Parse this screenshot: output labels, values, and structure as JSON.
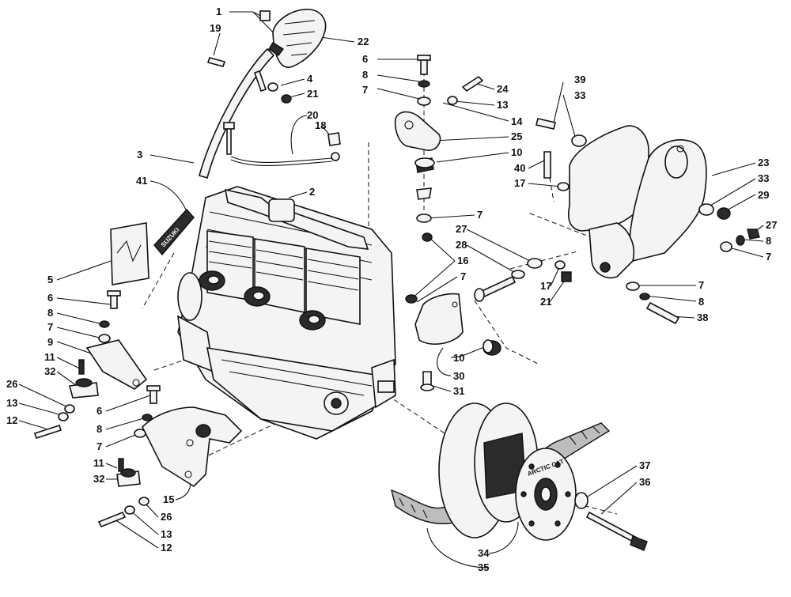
{
  "decal_text": "SUZUKI",
  "pulley_text": "ARCTIC CAT",
  "callouts": [
    {
      "id": "c1",
      "label": "1"
    },
    {
      "id": "c19",
      "label": "19"
    },
    {
      "id": "c22",
      "label": "22"
    },
    {
      "id": "c6a",
      "label": "6"
    },
    {
      "id": "c8a",
      "label": "8"
    },
    {
      "id": "c7a",
      "label": "7"
    },
    {
      "id": "c24",
      "label": "24"
    },
    {
      "id": "c13a",
      "label": "13"
    },
    {
      "id": "c14",
      "label": "14"
    },
    {
      "id": "c25",
      "label": "25"
    },
    {
      "id": "c10a",
      "label": "10"
    },
    {
      "id": "c4",
      "label": "4"
    },
    {
      "id": "c21a",
      "label": "21"
    },
    {
      "id": "c20",
      "label": "20"
    },
    {
      "id": "c18",
      "label": "18"
    },
    {
      "id": "c3",
      "label": "3"
    },
    {
      "id": "c39",
      "label": "39"
    },
    {
      "id": "c33a",
      "label": "33"
    },
    {
      "id": "c40",
      "label": "40"
    },
    {
      "id": "c17a",
      "label": "17"
    },
    {
      "id": "c23",
      "label": "23"
    },
    {
      "id": "c33b",
      "label": "33"
    },
    {
      "id": "c29",
      "label": "29"
    },
    {
      "id": "c27a",
      "label": "27"
    },
    {
      "id": "c8b",
      "label": "8"
    },
    {
      "id": "c7b",
      "label": "7"
    },
    {
      "id": "c41",
      "label": "41"
    },
    {
      "id": "c2",
      "label": "2"
    },
    {
      "id": "c7c",
      "label": "7"
    },
    {
      "id": "c27b",
      "label": "27"
    },
    {
      "id": "c28",
      "label": "28"
    },
    {
      "id": "c16",
      "label": "16"
    },
    {
      "id": "c7d",
      "label": "7"
    },
    {
      "id": "c17b",
      "label": "17"
    },
    {
      "id": "c21b",
      "label": "21"
    },
    {
      "id": "c7e",
      "label": "7"
    },
    {
      "id": "c8c",
      "label": "8"
    },
    {
      "id": "c38",
      "label": "38"
    },
    {
      "id": "c5",
      "label": "5"
    },
    {
      "id": "c6b",
      "label": "6"
    },
    {
      "id": "c8d",
      "label": "8"
    },
    {
      "id": "c7f",
      "label": "7"
    },
    {
      "id": "c9",
      "label": "9"
    },
    {
      "id": "c11a",
      "label": "11"
    },
    {
      "id": "c32a",
      "label": "32"
    },
    {
      "id": "c10b",
      "label": "10"
    },
    {
      "id": "c30",
      "label": "30"
    },
    {
      "id": "c31",
      "label": "31"
    },
    {
      "id": "c26a",
      "label": "26"
    },
    {
      "id": "c13b",
      "label": "13"
    },
    {
      "id": "c12a",
      "label": "12"
    },
    {
      "id": "c6c",
      "label": "6"
    },
    {
      "id": "c8e",
      "label": "8"
    },
    {
      "id": "c7g",
      "label": "7"
    },
    {
      "id": "c11b",
      "label": "11"
    },
    {
      "id": "c32b",
      "label": "32"
    },
    {
      "id": "c15",
      "label": "15"
    },
    {
      "id": "c26b",
      "label": "26"
    },
    {
      "id": "c13c",
      "label": "13"
    },
    {
      "id": "c12b",
      "label": "12"
    },
    {
      "id": "c37",
      "label": "37"
    },
    {
      "id": "c36",
      "label": "36"
    },
    {
      "id": "c34",
      "label": "34"
    },
    {
      "id": "c35",
      "label": "35"
    }
  ]
}
